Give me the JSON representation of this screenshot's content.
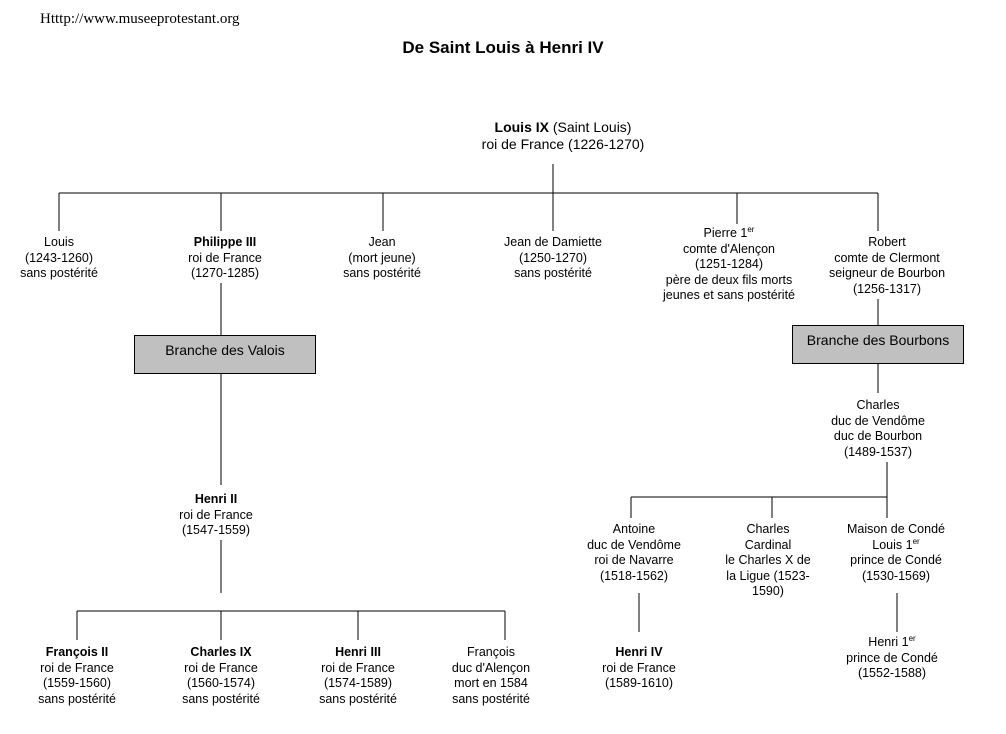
{
  "header": {
    "url": "Htttp://www.museeprotestant.org",
    "title": "De Saint Louis à Henri IV"
  },
  "root": {
    "name": "Louis IX",
    "alias": "(Saint Louis)",
    "line2": "roi de France (1226-1270)"
  },
  "children": {
    "louis": {
      "name": "Louis",
      "line2": "(1243-1260)",
      "line3": "sans postérité"
    },
    "philippe": {
      "name": "Philippe III",
      "line2": "roi de France",
      "line3": "(1270-1285)"
    },
    "jean": {
      "name": "Jean",
      "line2": "(mort jeune)",
      "line3": "sans postérité"
    },
    "damiette": {
      "name": "Jean de Damiette",
      "line2": "(1250-1270)",
      "line3": "sans postérité"
    },
    "pierre": {
      "name": "Pierre 1",
      "sup": "er",
      "line2": "comte d'Alençon",
      "line3": "(1251-1284)",
      "line4": "père de deux fils morts",
      "line5": "jeunes et sans postérité"
    },
    "robert": {
      "name": "Robert",
      "line2": "comte de Clermont",
      "line3": "seigneur de Bourbon",
      "line4": "(1256-1317)"
    }
  },
  "branches": {
    "valois": "Branche des Valois",
    "bourbons": "Branche des Bourbons"
  },
  "valois": {
    "henri2": {
      "name": "Henri II",
      "line2": "roi de France",
      "line3": "(1547-1559)"
    },
    "francois2": {
      "name": "François II",
      "line2": "roi de France",
      "line3": "(1559-1560)",
      "line4": "sans postérité"
    },
    "charles9": {
      "name": "Charles IX",
      "line2": "roi de France",
      "line3": "(1560-1574)",
      "line4": "sans postérité"
    },
    "henri3": {
      "name": "Henri III",
      "line2": "roi de France",
      "line3": "(1574-1589)",
      "line4": "sans postérité"
    },
    "francoisA": {
      "name": "François",
      "line2": "duc d'Alençon",
      "line3": "mort en 1584",
      "line4": "sans postérité"
    }
  },
  "bourbons": {
    "charles": {
      "name": "Charles",
      "line2": "duc de Vendôme",
      "line3": "duc de Bourbon",
      "line4": "(1489-1537)"
    },
    "antoine": {
      "name": "Antoine",
      "line2": "duc de Vendôme",
      "line3": "roi de Navarre",
      "line4": "(1518-1562)"
    },
    "cardinal": {
      "name": "Charles",
      "line2": "Cardinal",
      "line3": "le Charles X de",
      "line4": "la Ligue (1523-",
      "line5": "1590)"
    },
    "conde": {
      "name": "Maison de Condé",
      "line2": "Louis 1",
      "sup": "er",
      "line3": "prince de Condé",
      "line4": "(1530-1569)"
    },
    "henri4": {
      "name": "Henri IV",
      "line2": "roi de France",
      "line3": "(1589-1610)"
    },
    "henri1": {
      "name": "Henri 1",
      "sup": "er",
      "line2": "prince de Condé",
      "line3": "(1552-1588)"
    }
  },
  "colors": {
    "box_fill": "#c0c0c0",
    "line": "#000000"
  }
}
